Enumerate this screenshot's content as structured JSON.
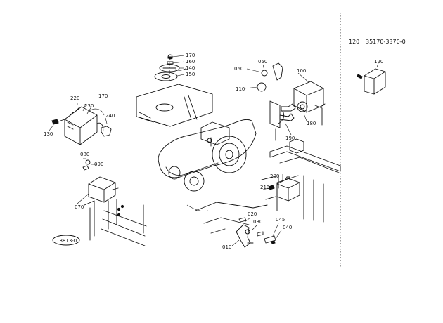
{
  "reference": {
    "code": "120",
    "part_number": "35170-3370-0"
  },
  "figure_id": "18813-0",
  "labels": {
    "l170a": "170",
    "l160": "160",
    "l140": "140",
    "l150": "150",
    "l220": "220",
    "l170b": "170",
    "l230": "230",
    "l240": "240",
    "l130": "130",
    "l060": "060",
    "l050": "050",
    "l100": "100",
    "l110": "110",
    "l180": "180",
    "l190": "190",
    "l080": "080",
    "l090": "090",
    "l070": "070",
    "l200": "200",
    "l210": "210",
    "l020": "020",
    "l030": "030",
    "l045": "045",
    "l040": "040",
    "l010": "010",
    "l120": "120"
  }
}
